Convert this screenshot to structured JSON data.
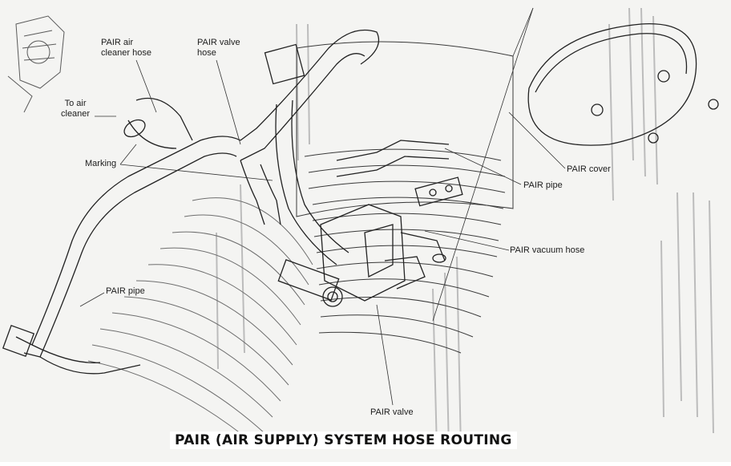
{
  "title": "PAIR (AIR SUPPLY) SYSTEM HOSE ROUTING",
  "labels": {
    "pair_air_cleaner_hose_1": "PAIR air",
    "pair_air_cleaner_hose_2": "cleaner hose",
    "pair_valve_hose_1": "PAIR valve",
    "pair_valve_hose_2": "hose",
    "to_air_cleaner_1": "To air",
    "to_air_cleaner_2": "cleaner",
    "marking": "Marking",
    "pair_cover": "PAIR cover",
    "pair_pipe_right": "PAIR pipe",
    "pair_vacuum_hose": "PAIR vacuum hose",
    "pair_pipe_left": "PAIR pipe",
    "pair_valve": "PAIR valve"
  },
  "colors": {
    "ink": "#1c1c1c",
    "paper": "#f4f4f2",
    "bleed": "#b8b8b8"
  }
}
